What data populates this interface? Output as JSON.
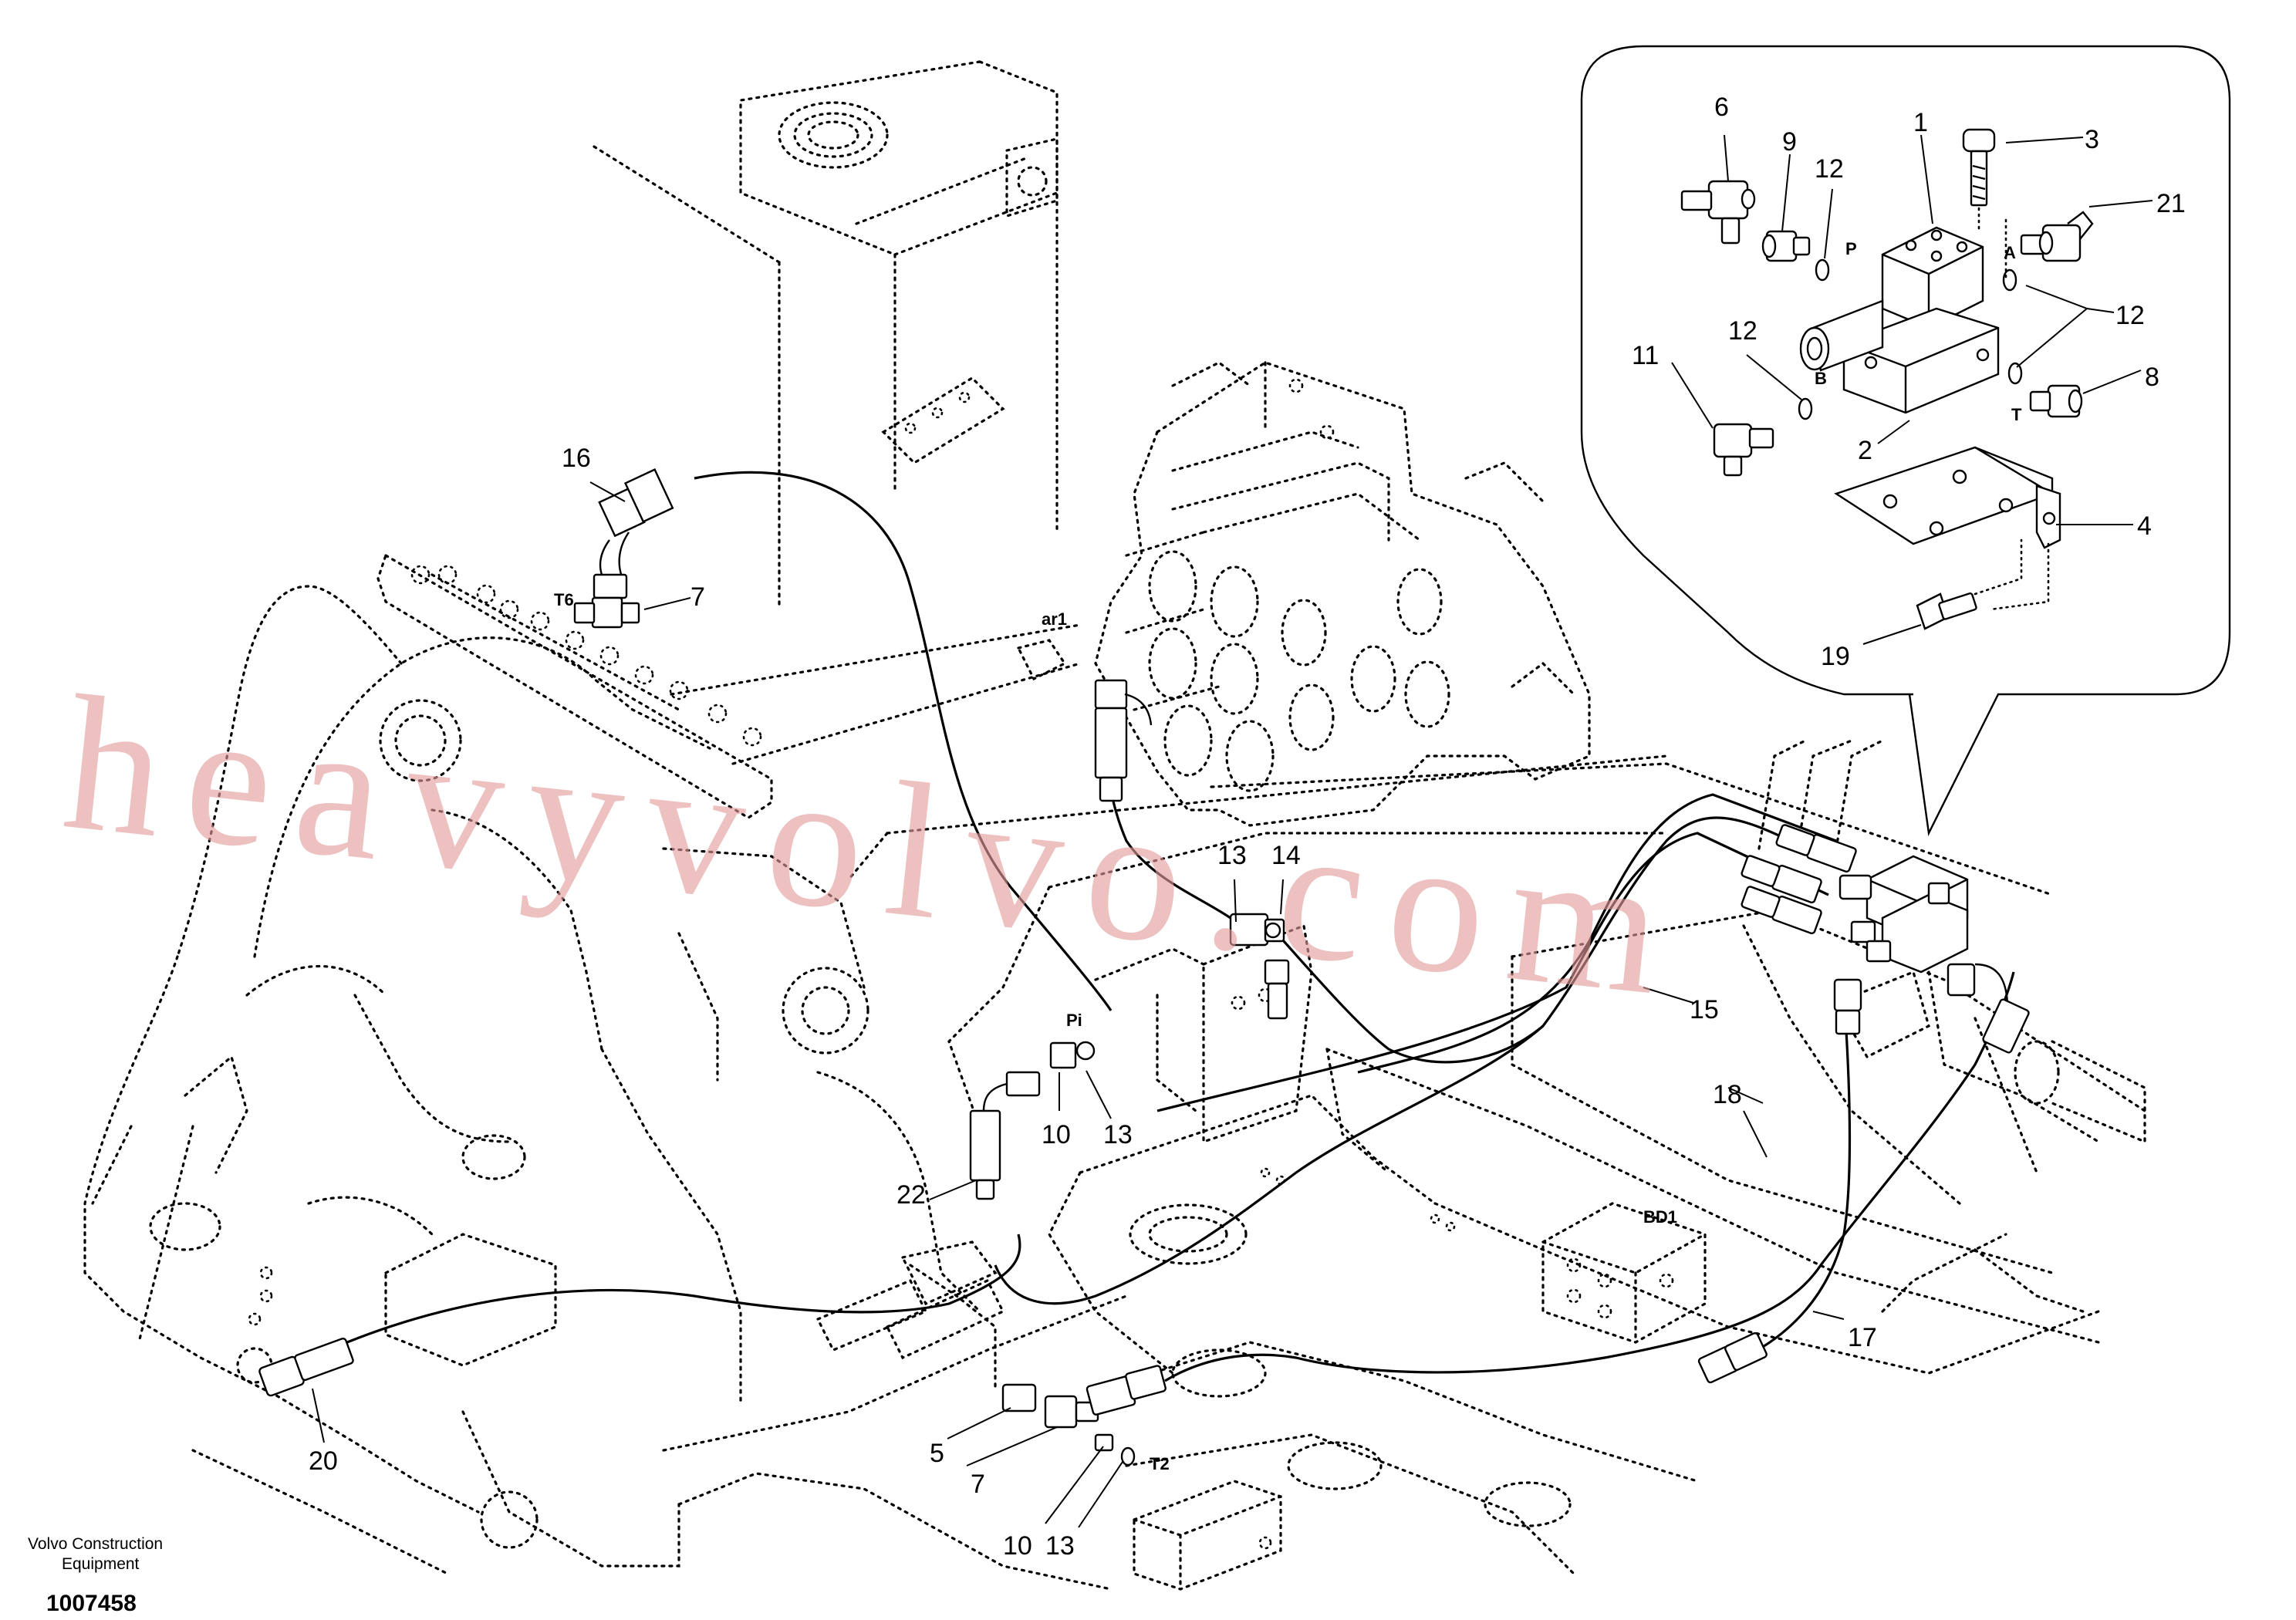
{
  "callouts": [
    {
      "id": "c1",
      "text": "1"
    },
    {
      "id": "c2",
      "text": "2"
    },
    {
      "id": "c3",
      "text": "3"
    },
    {
      "id": "c4",
      "text": "4"
    },
    {
      "id": "c5",
      "text": "5"
    },
    {
      "id": "c6",
      "text": "6"
    },
    {
      "id": "c7a",
      "text": "7"
    },
    {
      "id": "c7b",
      "text": "7"
    },
    {
      "id": "c8",
      "text": "8"
    },
    {
      "id": "c9",
      "text": "9"
    },
    {
      "id": "c10a",
      "text": "10"
    },
    {
      "id": "c10b",
      "text": "10"
    },
    {
      "id": "c11",
      "text": "11"
    },
    {
      "id": "c12a",
      "text": "12"
    },
    {
      "id": "c12b",
      "text": "12"
    },
    {
      "id": "c12c",
      "text": "12"
    },
    {
      "id": "c13a",
      "text": "13"
    },
    {
      "id": "c13b",
      "text": "13"
    },
    {
      "id": "c13c",
      "text": "13"
    },
    {
      "id": "c14",
      "text": "14"
    },
    {
      "id": "c15",
      "text": "15"
    },
    {
      "id": "c16",
      "text": "16"
    },
    {
      "id": "c17",
      "text": "17"
    },
    {
      "id": "c18",
      "text": "18"
    },
    {
      "id": "c19",
      "text": "19"
    },
    {
      "id": "c20",
      "text": "20"
    },
    {
      "id": "c21",
      "text": "21"
    },
    {
      "id": "c22",
      "text": "22"
    }
  ],
  "ports": {
    "p": "P",
    "a": "A",
    "b": "B",
    "t": "T",
    "t6": "T6",
    "t2": "T2",
    "ar1": "ar1",
    "pi": "Pi",
    "bd1": "BD1"
  },
  "caption": {
    "line1": "Volvo Construction",
    "line2": "Equipment",
    "number": "1007458"
  },
  "watermark": {
    "text": "heavyvolvo.com",
    "color": "#e49b9b"
  }
}
